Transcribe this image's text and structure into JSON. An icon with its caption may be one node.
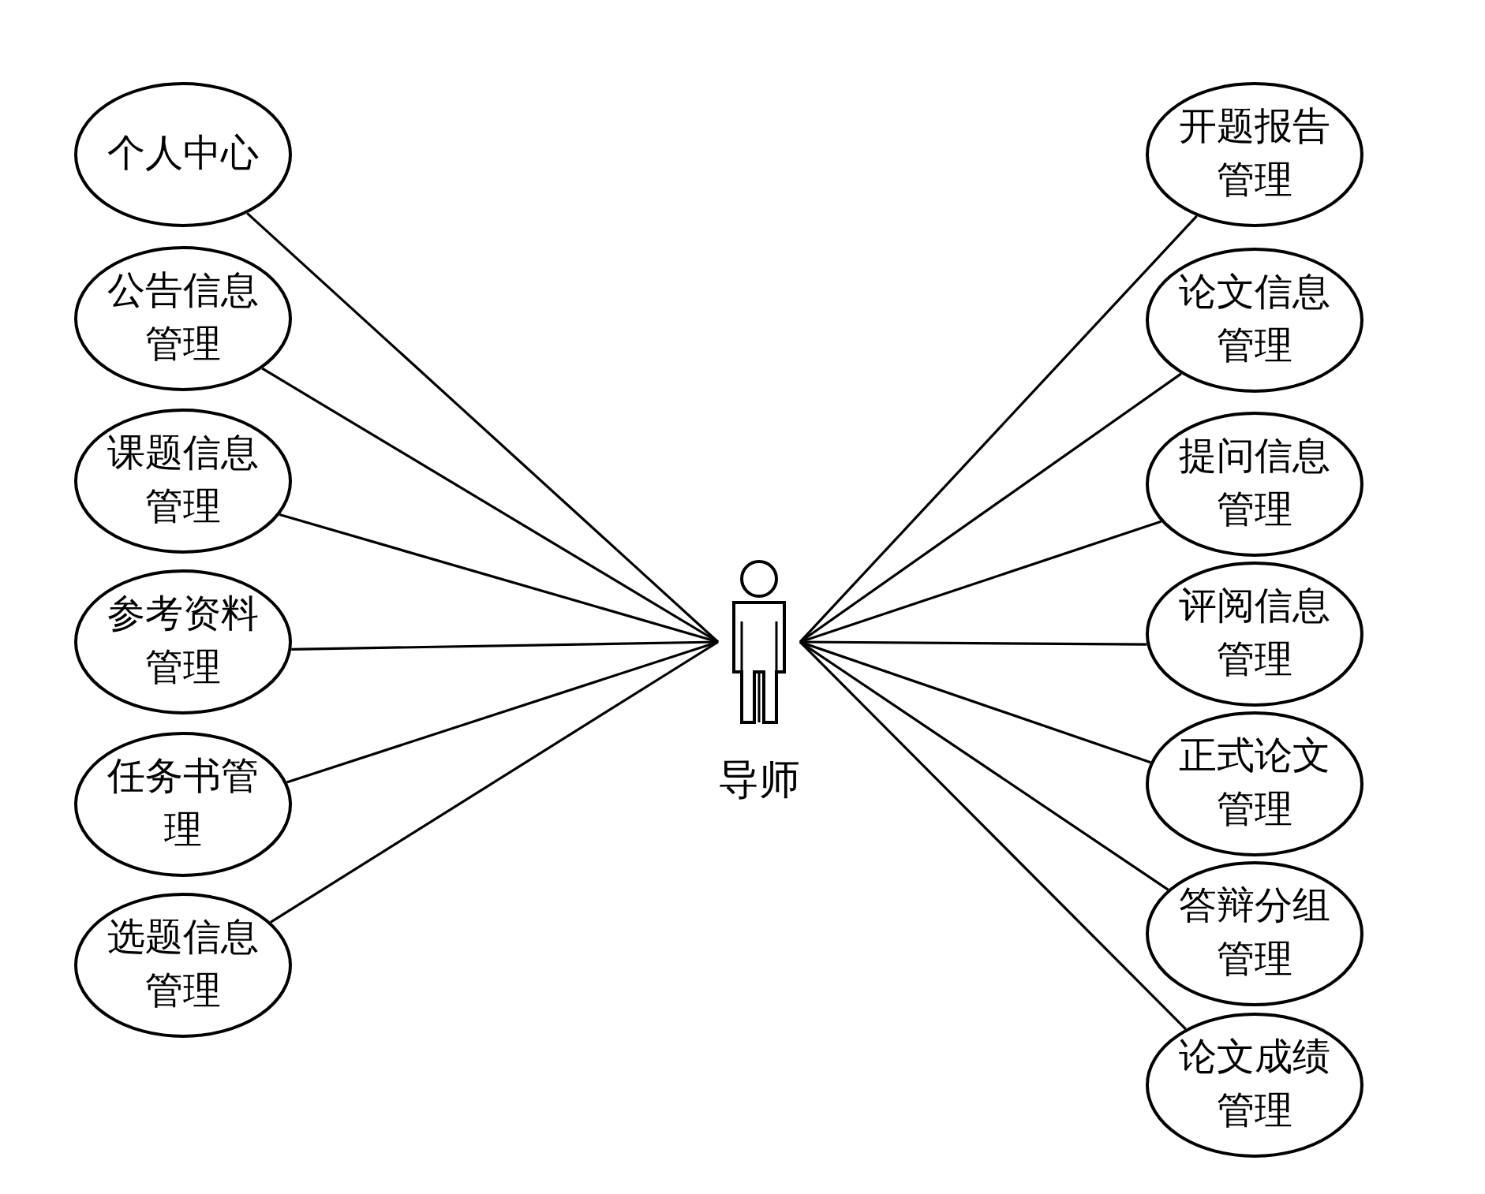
{
  "diagram": {
    "nodes": [
      {
        "text": [
          "导师"
        ]
      },
      {
        "text": [
          "个人中心"
        ]
      },
      {
        "text": [
          "公告信息管理"
        ]
      },
      {
        "text": [
          "课题信息管理"
        ]
      },
      {
        "text": [
          "参考资料管理"
        ]
      },
      {
        "text": [
          "任务书管理"
        ]
      },
      {
        "text": [
          "选题信息管理"
        ]
      },
      {
        "text": [
          "开题报告管理"
        ]
      },
      {
        "text": [
          "论文信息管理"
        ]
      },
      {
        "text": [
          "提问信息管理"
        ]
      },
      {
        "text": [
          "评阅信息管理"
        ]
      },
      {
        "text": [
          "正式论文管理"
        ]
      },
      {
        "text": [
          "答辩分组管理"
        ]
      },
      {
        "text": [
          "论文成绩管理"
        ]
      }
    ],
    "edges": [
      {
        "from": 0,
        "to": 1,
        "arrow": "none"
      },
      {
        "from": 0,
        "to": 2,
        "arrow": "none"
      },
      {
        "from": 0,
        "to": 3,
        "arrow": "none"
      },
      {
        "from": 0,
        "to": 4,
        "arrow": "none"
      },
      {
        "from": 0,
        "to": 5,
        "arrow": "none"
      },
      {
        "from": 0,
        "to": 6,
        "arrow": "none"
      },
      {
        "from": 0,
        "to": 7,
        "arrow": "none"
      },
      {
        "from": 0,
        "to": 8,
        "arrow": "none"
      },
      {
        "from": 0,
        "to": 9,
        "arrow": "none"
      },
      {
        "from": 0,
        "to": 10,
        "arrow": "none"
      },
      {
        "from": 0,
        "to": 11,
        "arrow": "none"
      },
      {
        "from": 0,
        "to": 12,
        "arrow": "none"
      },
      {
        "from": 0,
        "to": 13,
        "arrow": "none"
      }
    ]
  }
}
